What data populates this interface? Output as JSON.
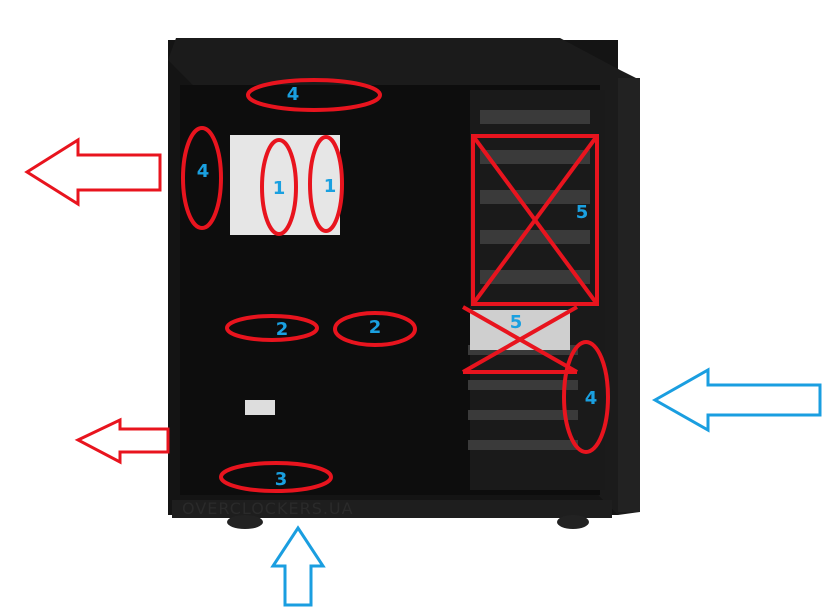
{
  "watermark": "OVERCLOCKERS.UA",
  "labels": {
    "top_fan": "4",
    "rear_fan": "4",
    "cpu_left": "1",
    "cpu_right": "1",
    "mid_left": "2",
    "mid_right": "2",
    "bottom": "3",
    "drive_cage_upper": "5",
    "drive_cage_lower": "5",
    "front_fan": "4"
  },
  "colors": {
    "annotation_red": "#e8141e",
    "label_blue": "#1aa0e0",
    "arrow_blue": "#1a9ee0",
    "case": "#151515"
  }
}
